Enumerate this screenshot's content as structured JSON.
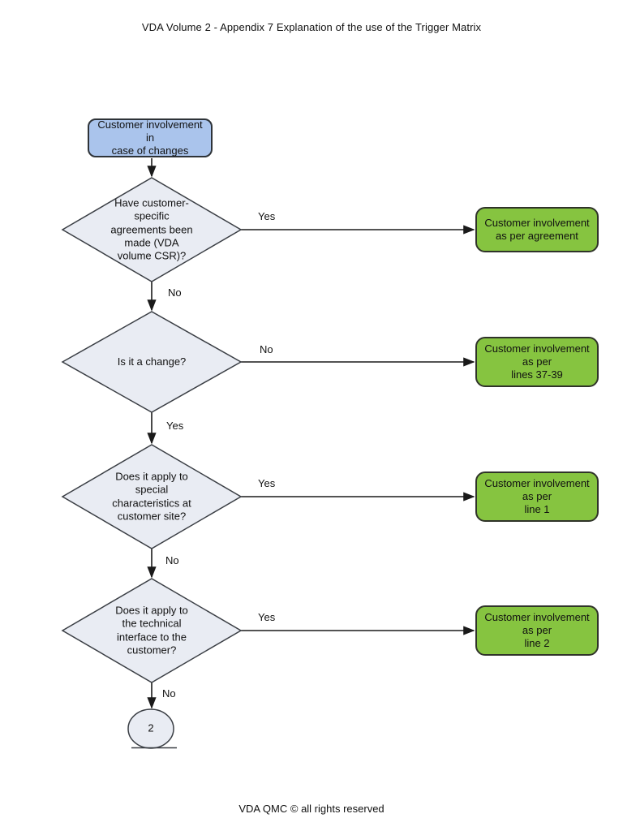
{
  "page": {
    "title": "VDA Volume 2 - Appendix 7 Explanation of the use of the Trigger Matrix",
    "footer": "VDA QMC © all rights reserved"
  },
  "colors": {
    "start_fill": "#aac4ec",
    "decision_fill": "#e9ecf3",
    "result_fill": "#86c440",
    "shape_border": "#2e3338",
    "line": "#1a1a1a"
  },
  "flowchart": {
    "start": {
      "label": "Customer involvement in\ncase of changes"
    },
    "decisions": [
      {
        "label": "Have customer-\nspecific\nagreements been\nmade (VDA\nvolume CSR)?"
      },
      {
        "label": "Is it a change?"
      },
      {
        "label": "Does it apply to\nspecial\ncharacteristics at\ncustomer site?"
      },
      {
        "label": "Does it apply to\nthe technical\ninterface to the\ncustomer?"
      }
    ],
    "results": [
      {
        "label": "Customer involvement\nas per agreement"
      },
      {
        "label": "Customer involvement\nas per\nlines 37-39"
      },
      {
        "label": "Customer involvement\nas per\nline 1"
      },
      {
        "label": "Customer involvement\nas per\nline 2"
      }
    ],
    "connector": {
      "label": "2"
    },
    "edges": [
      {
        "from": "start",
        "to": "decision-1",
        "label": ""
      },
      {
        "from": "decision-1",
        "to": "result-1",
        "label": "Yes"
      },
      {
        "from": "decision-1",
        "to": "decision-2",
        "label": "No"
      },
      {
        "from": "decision-2",
        "to": "result-2",
        "label": "No"
      },
      {
        "from": "decision-2",
        "to": "decision-3",
        "label": "Yes"
      },
      {
        "from": "decision-3",
        "to": "result-3",
        "label": "Yes"
      },
      {
        "from": "decision-3",
        "to": "decision-4",
        "label": "No"
      },
      {
        "from": "decision-4",
        "to": "result-4",
        "label": "Yes"
      },
      {
        "from": "decision-4",
        "to": "connector-2",
        "label": "No"
      }
    ]
  }
}
